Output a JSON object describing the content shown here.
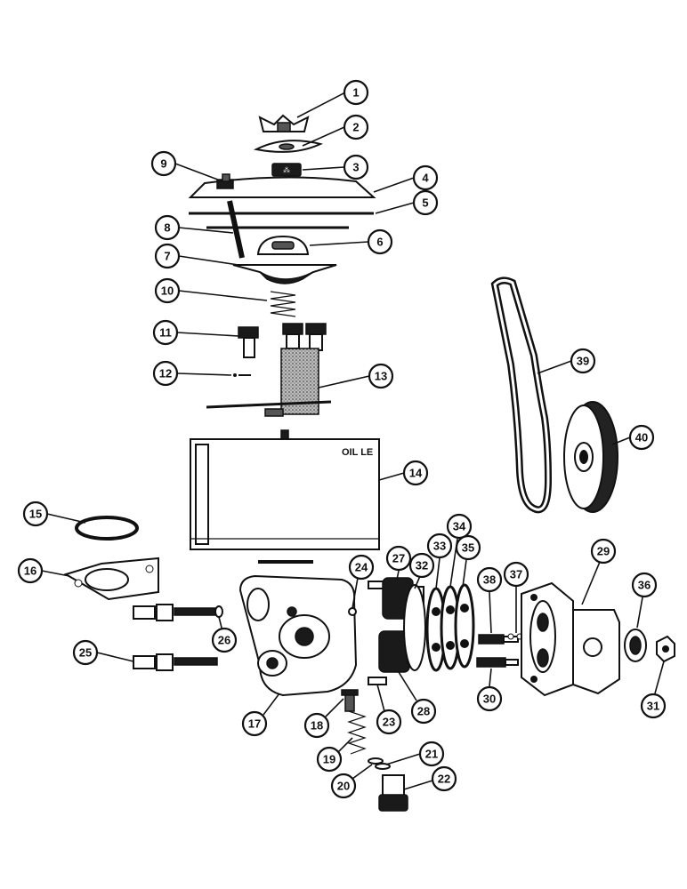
{
  "callouts": [
    {
      "num": "1"
    },
    {
      "num": "2"
    },
    {
      "num": "3"
    },
    {
      "num": "4"
    },
    {
      "num": "5"
    },
    {
      "num": "6"
    },
    {
      "num": "7"
    },
    {
      "num": "8"
    },
    {
      "num": "9"
    },
    {
      "num": "10"
    },
    {
      "num": "11"
    },
    {
      "num": "12"
    },
    {
      "num": "13"
    },
    {
      "num": "14"
    },
    {
      "num": "15"
    },
    {
      "num": "16"
    },
    {
      "num": "17"
    },
    {
      "num": "18"
    },
    {
      "num": "19"
    },
    {
      "num": "20"
    },
    {
      "num": "21"
    },
    {
      "num": "22"
    },
    {
      "num": "23"
    },
    {
      "num": "24"
    },
    {
      "num": "25"
    },
    {
      "num": "26"
    },
    {
      "num": "27"
    },
    {
      "num": "28"
    },
    {
      "num": "29"
    },
    {
      "num": "30"
    },
    {
      "num": "31"
    },
    {
      "num": "32"
    },
    {
      "num": "33"
    },
    {
      "num": "34"
    },
    {
      "num": "35"
    },
    {
      "num": "36"
    },
    {
      "num": "37"
    },
    {
      "num": "38"
    },
    {
      "num": "39"
    },
    {
      "num": "40"
    }
  ],
  "reservoir_label": "OIL LE",
  "colors": {
    "ink": "#111111",
    "paper": "#ffffff"
  }
}
